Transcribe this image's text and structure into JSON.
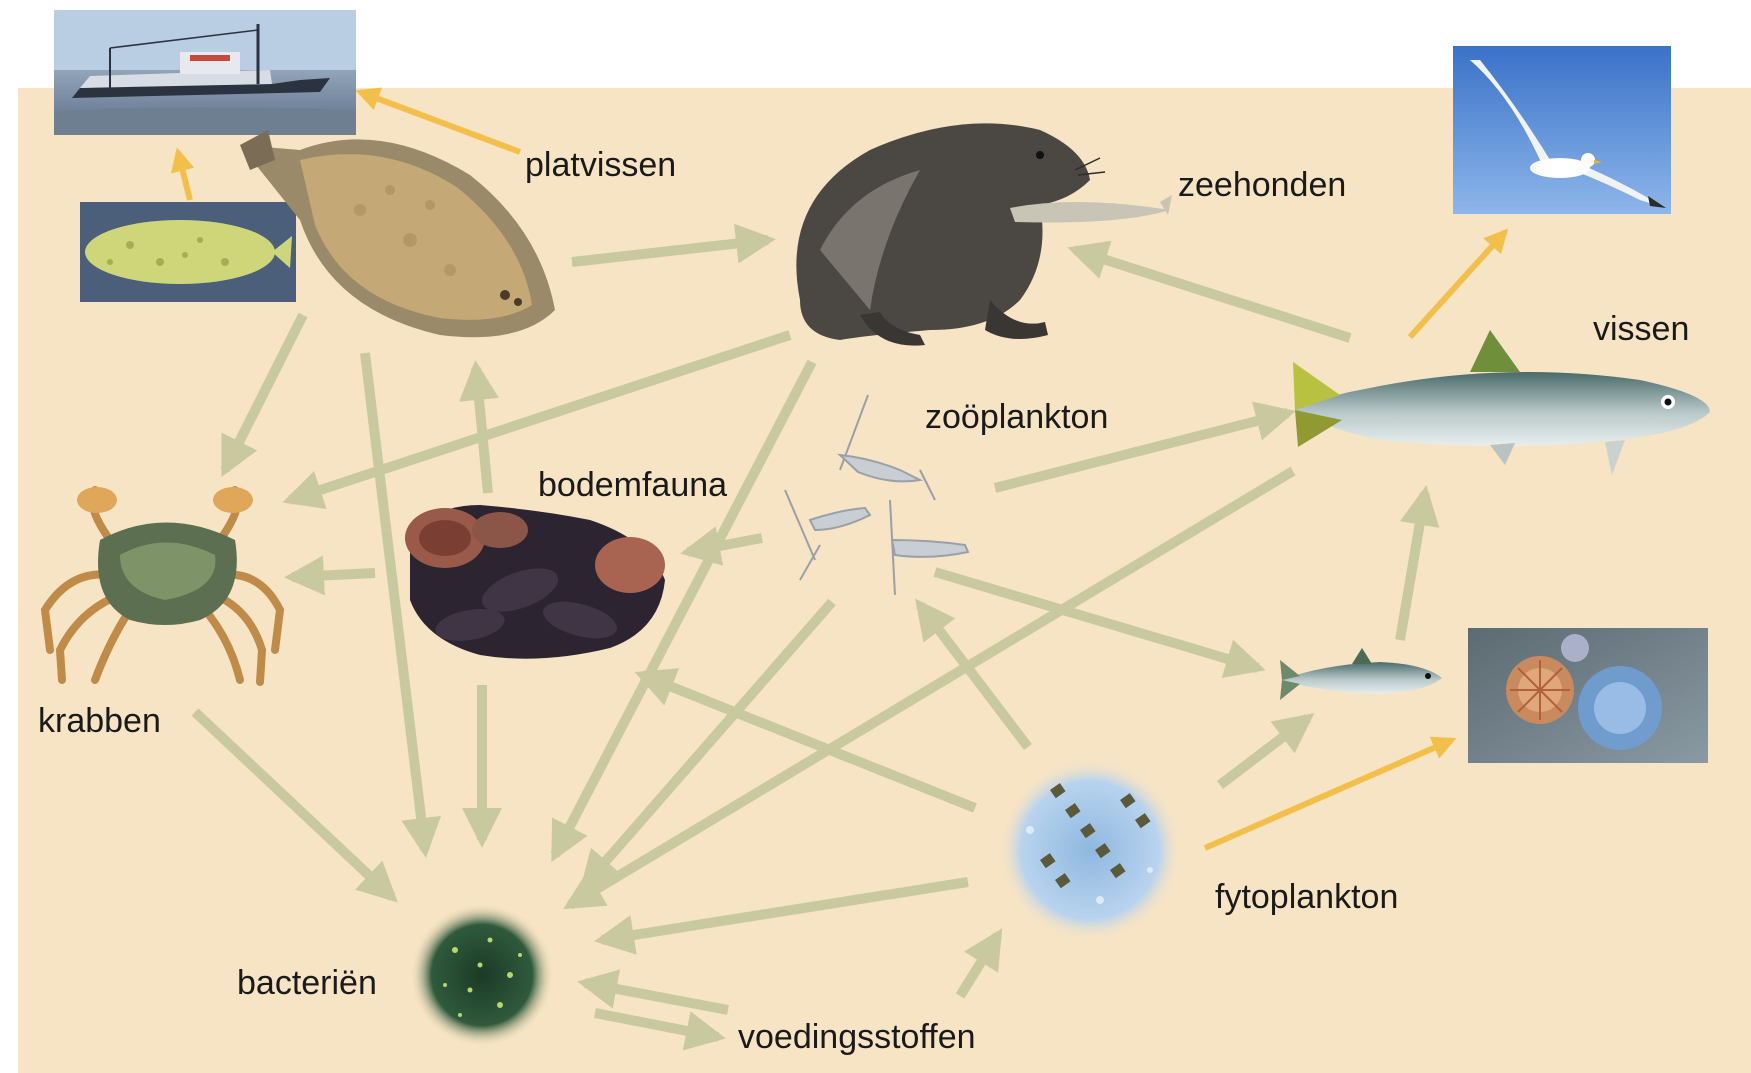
{
  "colors": {
    "background": "#ffffff",
    "panel": "#f7e4c4",
    "flow_arrow": "#c9c9a0",
    "harvest_arrow": "#f2c04a"
  },
  "labels": {
    "platvissen": "platvissen",
    "zeehonden": "zeehonden",
    "vissen": "vissen",
    "zooplankton": "zoöplankton",
    "bodemfauna": "bodemfauna",
    "krabben": "krabben",
    "fytoplankton": "fytoplankton",
    "bacterien": "bacteriën",
    "voedingsstoffen": "voedingsstoffen"
  },
  "organisms": [
    {
      "id": "fishing-boat",
      "icon": "fishing-boat-photo"
    },
    {
      "id": "sole",
      "icon": "sole-photo"
    },
    {
      "id": "flatfish",
      "icon": "flatfish-photo"
    },
    {
      "id": "seal",
      "icon": "seal-photo"
    },
    {
      "id": "seagull",
      "icon": "seagull-photo"
    },
    {
      "id": "fish",
      "icon": "fish-photo"
    },
    {
      "id": "zooplankton",
      "icon": "zooplankton-photo"
    },
    {
      "id": "benthic-fauna",
      "icon": "mussels-photo"
    },
    {
      "id": "crab",
      "icon": "crab-photo"
    },
    {
      "id": "small-fish",
      "icon": "small-fish-photo"
    },
    {
      "id": "jellyfish",
      "icon": "jellyfish-photo"
    },
    {
      "id": "phytoplankton",
      "icon": "phytoplankton-photo"
    },
    {
      "id": "bacteria",
      "icon": "bacteria-photo"
    }
  ],
  "flows": [
    {
      "from": "flatfish",
      "to": "seal",
      "kind": "feeding"
    },
    {
      "from": "flatfish",
      "to": "crab",
      "kind": "feeding"
    },
    {
      "from": "flatfish",
      "to": "bacteria",
      "kind": "decay"
    },
    {
      "from": "seal",
      "to": "crab",
      "kind": "feeding"
    },
    {
      "from": "seal",
      "to": "bacteria",
      "kind": "decay"
    },
    {
      "from": "fish",
      "to": "seal",
      "kind": "feeding"
    },
    {
      "from": "fish",
      "to": "bacteria",
      "kind": "decay"
    },
    {
      "from": "zooplankton",
      "to": "fish",
      "kind": "feeding"
    },
    {
      "from": "zooplankton",
      "to": "benthic-fauna",
      "kind": "feeding"
    },
    {
      "from": "zooplankton",
      "to": "small-fish",
      "kind": "feeding"
    },
    {
      "from": "zooplankton",
      "to": "bacteria",
      "kind": "decay"
    },
    {
      "from": "benthic-fauna",
      "to": "flatfish",
      "kind": "feeding"
    },
    {
      "from": "benthic-fauna",
      "to": "crab",
      "kind": "feeding"
    },
    {
      "from": "benthic-fauna",
      "to": "bacteria",
      "kind": "decay"
    },
    {
      "from": "crab",
      "to": "bacteria",
      "kind": "decay"
    },
    {
      "from": "small-fish",
      "to": "fish",
      "kind": "feeding"
    },
    {
      "from": "jellyfish",
      "to": "fish",
      "kind": "feeding"
    },
    {
      "from": "phytoplankton",
      "to": "zooplankton",
      "kind": "feeding"
    },
    {
      "from": "phytoplankton",
      "to": "benthic-fauna",
      "kind": "feeding"
    },
    {
      "from": "phytoplankton",
      "to": "small-fish",
      "kind": "feeding"
    },
    {
      "from": "phytoplankton",
      "to": "bacteria",
      "kind": "decay"
    },
    {
      "from": "bacteria",
      "to": "nutrients",
      "kind": "release"
    },
    {
      "from": "nutrients",
      "to": "bacteria",
      "kind": "uptake"
    },
    {
      "from": "nutrients",
      "to": "phytoplankton",
      "kind": "uptake"
    },
    {
      "from": "flatfish",
      "to": "fishing-boat",
      "kind": "harvest"
    },
    {
      "from": "sole",
      "to": "fishing-boat",
      "kind": "harvest"
    },
    {
      "from": "fish",
      "to": "seagull",
      "kind": "harvest"
    },
    {
      "from": "phytoplankton",
      "to": "jellyfish",
      "kind": "harvest"
    }
  ]
}
